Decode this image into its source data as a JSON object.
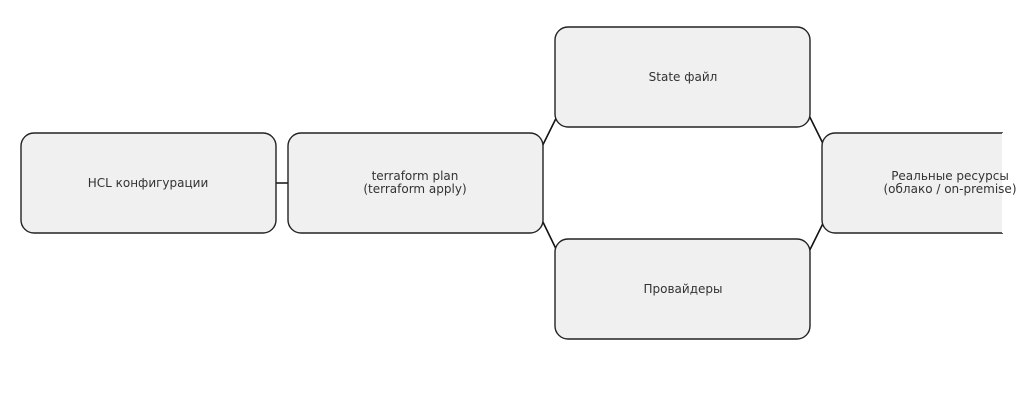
{
  "diagram": {
    "nodes": [
      {
        "id": "hcl",
        "lines": [
          "HCL конфигурации"
        ]
      },
      {
        "id": "plan",
        "lines": [
          "terraform plan",
          "(terraform apply)"
        ]
      },
      {
        "id": "state",
        "lines": [
          "State файл"
        ]
      },
      {
        "id": "providers",
        "lines": [
          "Провайдеры"
        ]
      },
      {
        "id": "resources",
        "lines": [
          "Реальные ресурсы",
          "(облако / on-premise)"
        ]
      }
    ],
    "edges": [
      {
        "from": "hcl",
        "to": "plan"
      },
      {
        "from": "plan",
        "to": "state"
      },
      {
        "from": "plan",
        "to": "providers"
      },
      {
        "from": "state",
        "to": "resources"
      },
      {
        "from": "providers",
        "to": "resources"
      }
    ]
  }
}
